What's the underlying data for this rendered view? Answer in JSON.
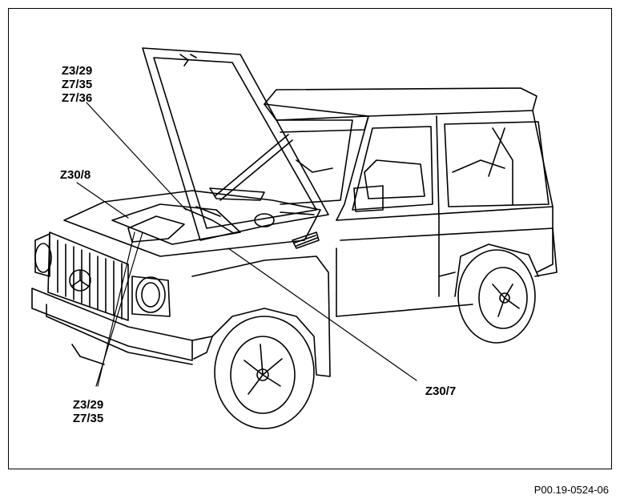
{
  "labels": {
    "top_group": [
      "Z3/29",
      "Z7/35",
      "Z7/36"
    ],
    "left_mid": "Z30/8",
    "bottom_group": [
      "Z3/29",
      "Z7/35"
    ],
    "right": "Z30/7"
  },
  "figure_id": "P00.19-0524-06"
}
